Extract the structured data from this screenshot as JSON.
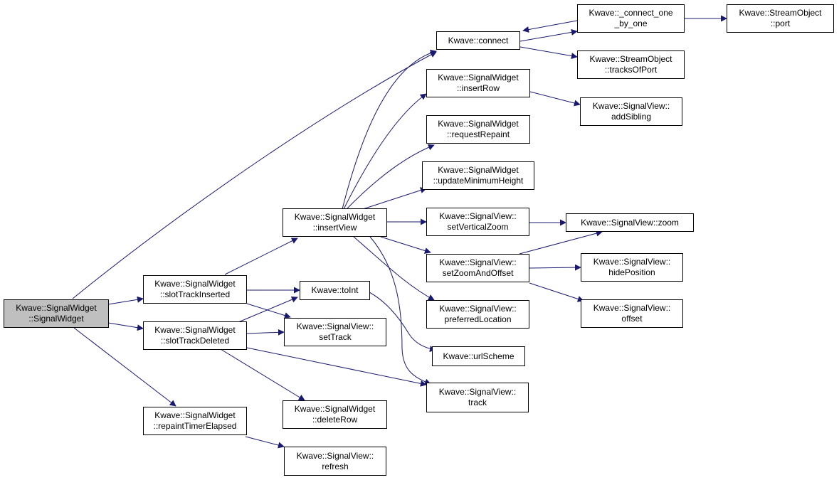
{
  "colors": {
    "edge": "#191970",
    "root_fill": "#bfbfbf",
    "node_fill": "#ffffff",
    "border": "#000000"
  },
  "nodes": {
    "root": {
      "line1": "Kwave::SignalWidget",
      "line2": "::SignalWidget"
    },
    "connect": {
      "line1": "Kwave::connect"
    },
    "connect_one_by_one": {
      "line1": "Kwave::_connect_one",
      "line2": "_by_one"
    },
    "stream_port": {
      "line1": "Kwave::StreamObject",
      "line2": "::port"
    },
    "stream_tracks_of_port": {
      "line1": "Kwave::StreamObject",
      "line2": "::tracksOfPort"
    },
    "insert_row": {
      "line1": "Kwave::SignalWidget",
      "line2": "::insertRow"
    },
    "add_sibling": {
      "line1": "Kwave::SignalView::",
      "line2": "addSibling"
    },
    "request_repaint": {
      "line1": "Kwave::SignalWidget",
      "line2": "::requestRepaint"
    },
    "update_min_height": {
      "line1": "Kwave::SignalWidget",
      "line2": "::updateMinimumHeight"
    },
    "insert_view": {
      "line1": "Kwave::SignalWidget",
      "line2": "::insertView"
    },
    "set_vertical_zoom": {
      "line1": "Kwave::SignalView::",
      "line2": "setVerticalZoom"
    },
    "zoom": {
      "line1": "Kwave::SignalView::zoom"
    },
    "set_zoom_and_offset": {
      "line1": "Kwave::SignalView::",
      "line2": "setZoomAndOffset"
    },
    "hide_position": {
      "line1": "Kwave::SignalView::",
      "line2": "hidePosition"
    },
    "offset": {
      "line1": "Kwave::SignalView::",
      "line2": "offset"
    },
    "preferred_location": {
      "line1": "Kwave::SignalView::",
      "line2": "preferredLocation"
    },
    "url_scheme": {
      "line1": "Kwave::urlScheme"
    },
    "slot_track_inserted": {
      "line1": "Kwave::SignalWidget",
      "line2": "::slotTrackInserted"
    },
    "to_int": {
      "line1": "Kwave::toInt"
    },
    "set_track": {
      "line1": "Kwave::SignalView::",
      "line2": "setTrack"
    },
    "slot_track_deleted": {
      "line1": "Kwave::SignalWidget",
      "line2": "::slotTrackDeleted"
    },
    "track": {
      "line1": "Kwave::SignalView::",
      "line2": "track"
    },
    "delete_row": {
      "line1": "Kwave::SignalWidget",
      "line2": "::deleteRow"
    },
    "repaint_timer_elapsed": {
      "line1": "Kwave::SignalWidget",
      "line2": "::repaintTimerElapsed"
    },
    "refresh": {
      "line1": "Kwave::SignalView::",
      "line2": "refresh"
    }
  }
}
